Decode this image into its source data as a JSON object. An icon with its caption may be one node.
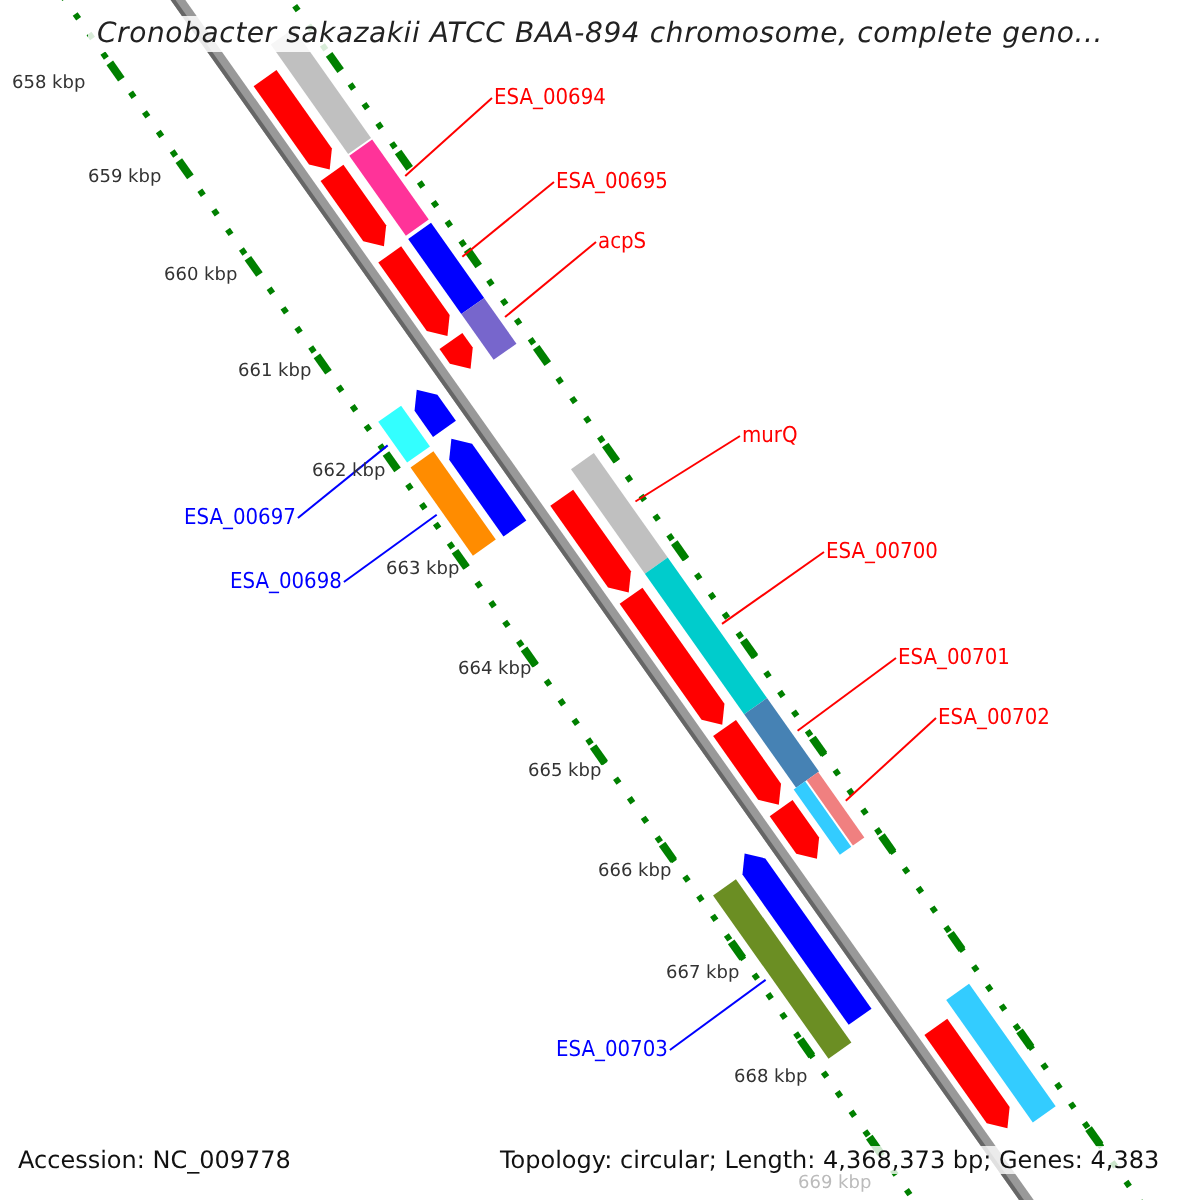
{
  "diagram": {
    "title": "Cronobacter sakazakii ATCC BAA-894 chromosome, complete geno...",
    "nodes": [
      {
        "text": [
          "ESA_00694"
        ]
      },
      {
        "text": [
          "ESA_00695"
        ]
      },
      {
        "text": [
          "acpS"
        ]
      },
      {
        "text": [
          "ESA_00697"
        ]
      },
      {
        "text": [
          "ESA_00698"
        ]
      },
      {
        "text": [
          "murQ"
        ]
      },
      {
        "text": [
          "ESA_00700"
        ]
      },
      {
        "text": [
          "ESA_00701"
        ]
      },
      {
        "text": [
          "ESA_00702"
        ]
      },
      {
        "text": [
          "ESA_00703"
        ]
      },
      {
        "text": [],
        "shape": "bar"
      },
      {
        "text": [],
        "shape": "bar"
      },
      {
        "text": [],
        "shape": "bar"
      },
      {
        "text": [],
        "shape": "bar"
      },
      {
        "text": [],
        "shape": "bar"
      },
      {
        "text": [],
        "shape": "bar"
      },
      {
        "text": [],
        "shape": "bar"
      },
      {
        "text": [],
        "shape": "bar"
      },
      {
        "text": [],
        "shape": "bar"
      },
      {
        "text": [],
        "shape": "bar"
      },
      {
        "text": [],
        "shape": "arrow"
      },
      {
        "text": [],
        "shape": "arrow"
      },
      {
        "text": [],
        "shape": "arrow"
      },
      {
        "text": [],
        "shape": "arrow"
      },
      {
        "text": [],
        "shape": "arrow"
      },
      {
        "text": [],
        "shape": "arrow"
      },
      {
        "text": [],
        "shape": "arrow"
      },
      {
        "text": [],
        "shape": "arrow"
      },
      {
        "text": [],
        "shape": "arrow"
      },
      {
        "text": [],
        "shape": "bar"
      },
      {
        "text": [],
        "shape": "arrow"
      },
      {
        "text": [],
        "shape": "arrow"
      },
      {
        "text": [],
        "shape": "bar"
      },
      {
        "text": [],
        "shape": "arrow"
      },
      {
        "text": [],
        "shape": "bar"
      }
    ],
    "edges": [
      {
        "from": 0,
        "to": 10,
        "arrow": "none"
      },
      {
        "from": 1,
        "to": 11,
        "arrow": "none"
      },
      {
        "from": 2,
        "to": 12,
        "arrow": "none"
      },
      {
        "from": 3,
        "to": 13,
        "arrow": "none",
        "color": "#0000ff"
      },
      {
        "from": 4,
        "to": 14,
        "arrow": "none",
        "color": "#0000ff"
      },
      {
        "from": 5,
        "to": 15,
        "arrow": "none"
      },
      {
        "from": 6,
        "to": 16,
        "arrow": "none"
      },
      {
        "from": 7,
        "to": 17,
        "arrow": "none"
      },
      {
        "from": 8,
        "to": 18,
        "arrow": "none"
      },
      {
        "from": 9,
        "to": 19,
        "arrow": "none",
        "color": "#0000ff"
      }
    ],
    "labels": [
      "658 kbp",
      "659 kbp",
      "660 kbp",
      "661 kbp",
      "662 kbp",
      "663 kbp",
      "664 kbp",
      "665 kbp",
      "666 kbp",
      "667 kbp",
      "668 kbp",
      "669 kbp",
      "Accession: NC_009778",
      "Topology: circular; Length: 4,368,373 bp; Genes: 4,383"
    ]
  }
}
